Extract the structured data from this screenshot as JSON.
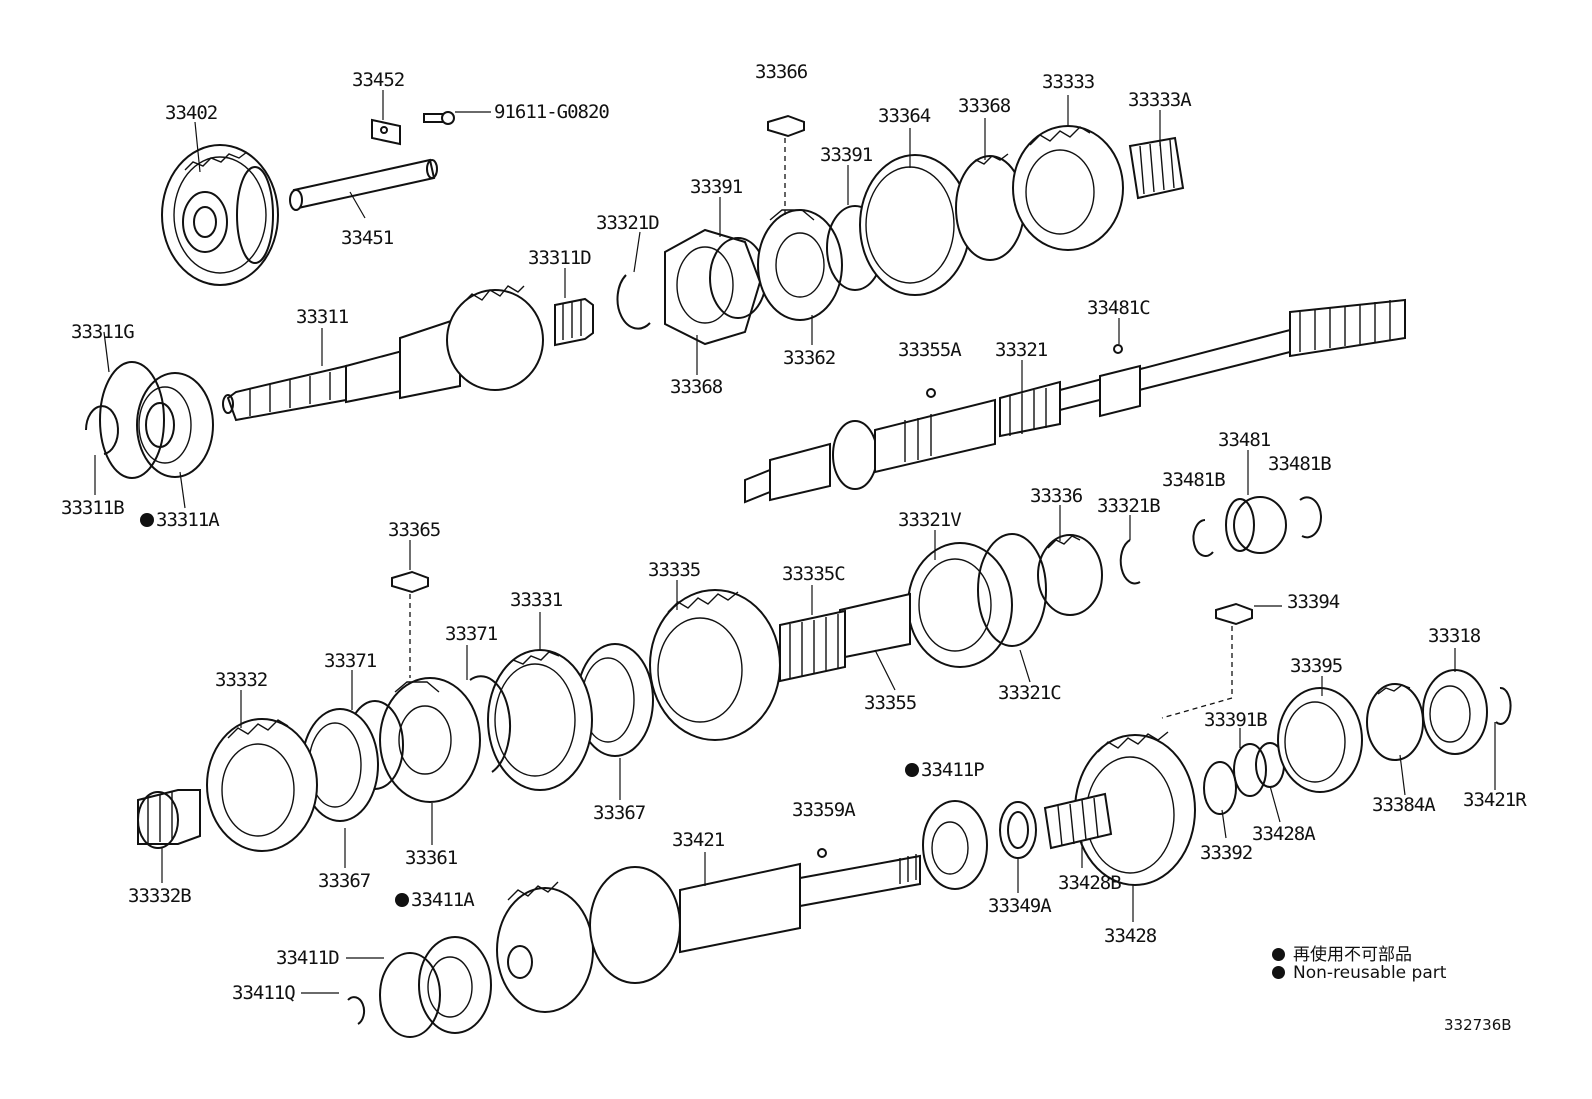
{
  "labels": {
    "p33402": "33402",
    "p33452": "33452",
    "p91611": "91611-G0820",
    "p33451": "33451",
    "p33366": "33366",
    "p33333": "33333",
    "p33333A": "33333A",
    "p33364": "33364",
    "p33368_top": "33368",
    "p33391_mid": "33391",
    "p33391_left": "33391",
    "p33321D": "33321D",
    "p33311D": "33311D",
    "p33311": "33311",
    "p33311G": "33311G",
    "p33368_low": "33368",
    "p33362": "33362",
    "p33481C": "33481C",
    "p33355A": "33355A",
    "p33321": "33321",
    "p33311B": "33311B",
    "p33311A": "33311A",
    "p33481": "33481",
    "p33481B_l": "33481B",
    "p33481B_r": "33481B",
    "p33336": "33336",
    "p33321B": "33321B",
    "p33321V": "33321V",
    "p33365": "33365",
    "p33335": "33335",
    "p33335C": "33335C",
    "p33331": "33331",
    "p33371_a": "33371",
    "p33371_b": "33371",
    "p33332": "33332",
    "p33394": "33394",
    "p33318": "33318",
    "p33395": "33395",
    "p33355": "33355",
    "p33321C": "33321C",
    "p33391B": "33391B",
    "p33411P": "33411P",
    "p33384A": "33384A",
    "p33421R": "33421R",
    "p33367_a": "33367",
    "p33428A": "33428A",
    "p33361": "33361",
    "p33359A": "33359A",
    "p33392": "33392",
    "p33421": "33421",
    "p33367_b": "33367",
    "p33428B": "33428B",
    "p33332B": "33332B",
    "p33349A": "33349A",
    "p33411A": "33411A",
    "p33428": "33428",
    "p33411D": "33411D",
    "p33411Q": "33411Q"
  },
  "legend": {
    "line_cn": "再使用不可部品",
    "line_en": "Non-reusable part"
  },
  "ref_code": "332736B"
}
